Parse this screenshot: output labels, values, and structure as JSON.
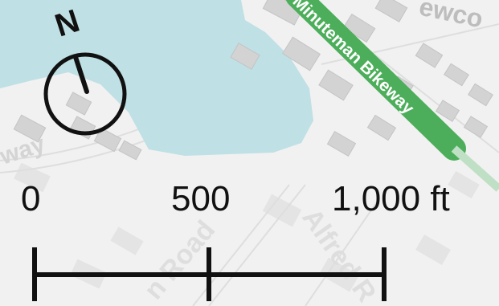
{
  "map": {
    "colors": {
      "land": "#f1f1f1",
      "water": "#bfe0e4",
      "building": "#d3d3d3",
      "road_outline": "#dddddd",
      "bikeway": "#4cae5a",
      "bikeway_text": "#ffffff",
      "scale_ink": "#111111",
      "road_label": "#cfcfcf"
    },
    "road_labels": {
      "bikeway": "Minuteman Bikeway",
      "top_right": "ewco",
      "left": "way",
      "bottom_road": "n Road",
      "alfred": "Alfred R"
    },
    "north_arrow": {
      "letter": "N",
      "icon": "north-arrow-icon"
    },
    "scale_bar": {
      "labels": [
        "0",
        "500",
        "1,000 ft"
      ],
      "values": [
        0,
        500,
        1000
      ],
      "unit": "ft"
    }
  }
}
